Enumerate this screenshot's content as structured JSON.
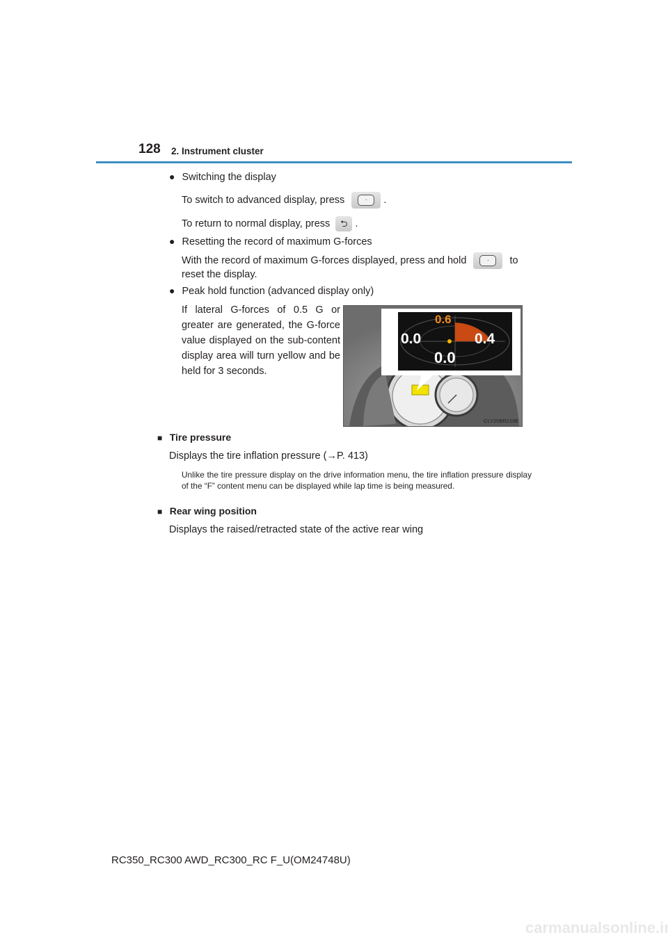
{
  "header": {
    "page_number": "128",
    "section_title": "2. Instrument cluster"
  },
  "bullets": {
    "switching": {
      "title": "Switching the display",
      "line1_before": "To switch to advanced display, press",
      "line1_after": ".",
      "line2_before": "To return to normal display, press",
      "line2_after": "."
    },
    "resetting": {
      "title": "Resetting the record of maximum G-forces",
      "line1_before": "With the record of maximum G-forces displayed, press and hold",
      "line1_after": "to",
      "line2": "reset the display."
    },
    "peak": {
      "title": "Peak hold function (advanced display only)",
      "paragraph": "If lateral G-forces of 0.5 G or greater are generated, the G-force value displayed on the sub-content display area will turn yellow and be held for 3 seconds."
    }
  },
  "figure": {
    "top_value": "0.6",
    "left_value": "0.0",
    "right_value": "0.4",
    "bottom_value": "0.0",
    "code": "CLY20BR218E"
  },
  "tire_pressure": {
    "heading": "Tire pressure",
    "text_before": "Displays the tire inflation pressure (",
    "arrow": "→",
    "text_after": "P. 413)",
    "note": "Unlike the tire pressure display on the drive information menu, the tire inflation pressure display of the “F” content menu can be displayed while lap time is being measured."
  },
  "rear_wing": {
    "heading": "Rear wing position",
    "text": "Displays the raised/retracted state of the active rear wing"
  },
  "footer": {
    "model_code": "RC350_RC300 AWD_RC300_RC F_U(OM24748U)"
  },
  "watermark": "carmanualsonline.info",
  "icons": {
    "bullet": "●",
    "square": "■",
    "return": "⮌"
  }
}
